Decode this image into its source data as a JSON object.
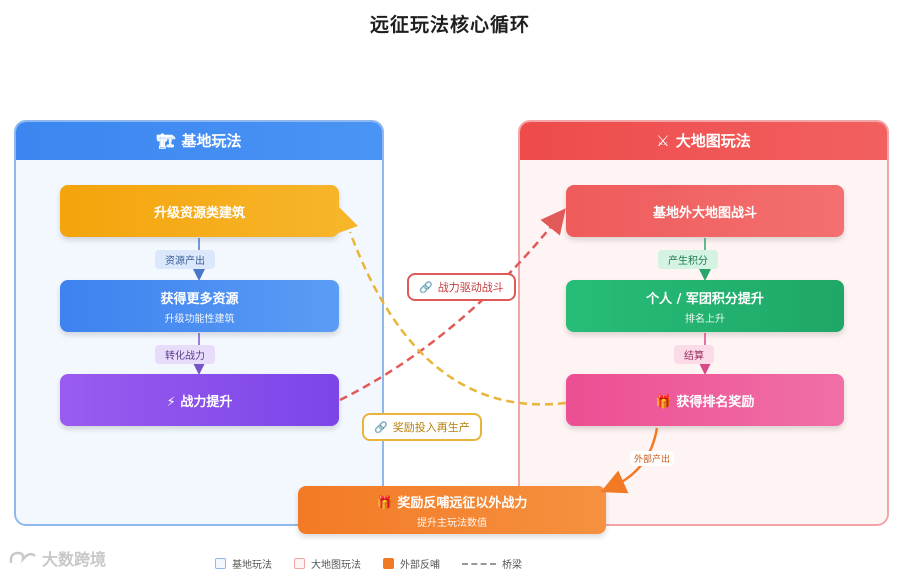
{
  "title": "远征玩法核心循环",
  "left_panel": {
    "icon": "🏗",
    "title": "基地玩法",
    "boxes": [
      {
        "main": "升级资源类建筑",
        "sub": ""
      },
      {
        "main": "获得更多资源",
        "sub": "升级功能性建筑"
      },
      {
        "icon": "⚡",
        "main": "战力提升",
        "sub": ""
      }
    ],
    "connectors": [
      "资源产出",
      "转化战力"
    ]
  },
  "right_panel": {
    "icon": "⚔",
    "title": "大地图玩法",
    "boxes": [
      {
        "main": "基地外大地图战斗",
        "sub": ""
      },
      {
        "main": "个人 / 军团积分提升",
        "sub": "排名上升"
      },
      {
        "icon": "🎁",
        "main": "获得排名奖励",
        "sub": ""
      }
    ],
    "connectors": [
      "产生积分",
      "结算"
    ]
  },
  "bridges": [
    {
      "icon": "🔗",
      "label": "战力驱动战斗"
    },
    {
      "icon": "🔗",
      "label": "奖励投入再生产"
    }
  ],
  "external": {
    "icon": "🎁",
    "main": "奖励反哺远征以外战力",
    "sub": "提升主玩法数值",
    "connector": "外部产出"
  },
  "legend": [
    "基地玩法",
    "大地图玩法",
    "外部反哺",
    "桥梁"
  ],
  "watermark": "大数跨境",
  "colors": {
    "base_accent": "#3b86f0",
    "map_accent": "#ee4b4b",
    "external_accent": "#f37a25",
    "bridge_red": "#e05a5a",
    "bridge_yellow": "#e8b53a"
  }
}
